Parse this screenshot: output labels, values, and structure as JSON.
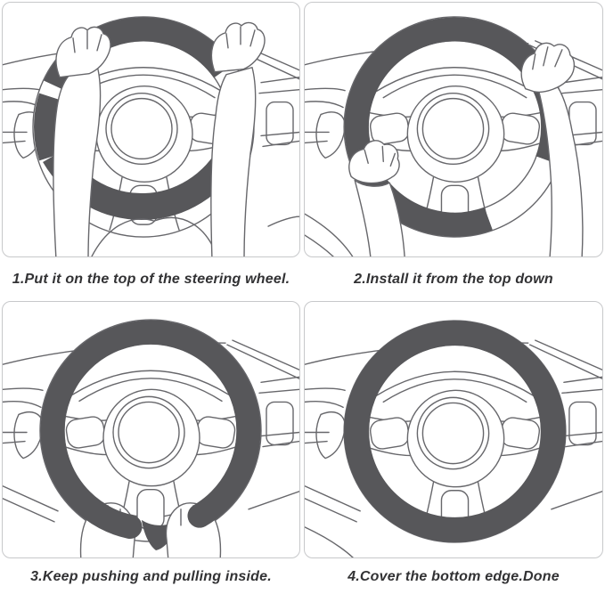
{
  "colors": {
    "cover": "#57575A",
    "line_art": "#67676B",
    "panel_border": "#C7C8CA",
    "caption_text": "#323234",
    "background": "#FFFFFF"
  },
  "steps": [
    {
      "number": "1",
      "caption": "1.Put it on the top of the steering wheel."
    },
    {
      "number": "2",
      "caption": "2.Install it from the top down"
    },
    {
      "number": "3",
      "caption": "3.Keep pushing and pulling inside."
    },
    {
      "number": "4",
      "caption": "4.Cover the bottom edge.Done"
    }
  ]
}
